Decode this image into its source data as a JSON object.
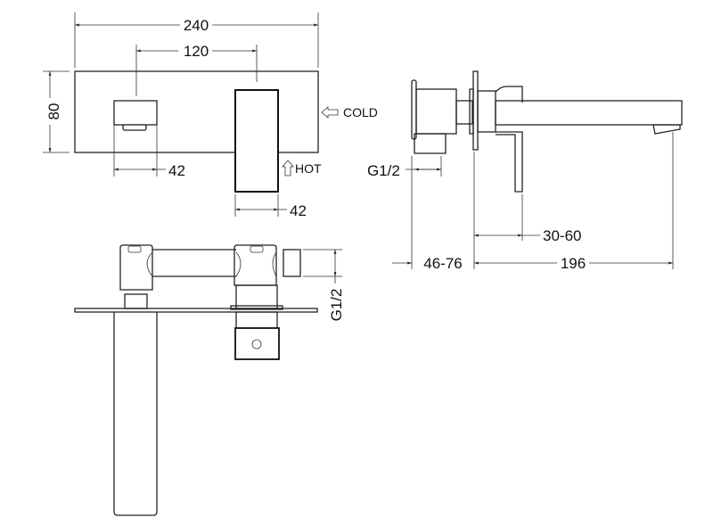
{
  "drawing": {
    "front_view": {
      "overall_width": "240",
      "center_distance": "120",
      "height": "80",
      "spout_width": "42",
      "handle_width": "42",
      "cold_label": "COLD",
      "hot_label": "HOT"
    },
    "side_view": {
      "inlet_thread": "G1/2",
      "wall_depth_range": "30-60",
      "body_depth_range": "46-76",
      "spout_projection": "196"
    },
    "top_view": {
      "outlet_thread": "G1/2"
    }
  }
}
